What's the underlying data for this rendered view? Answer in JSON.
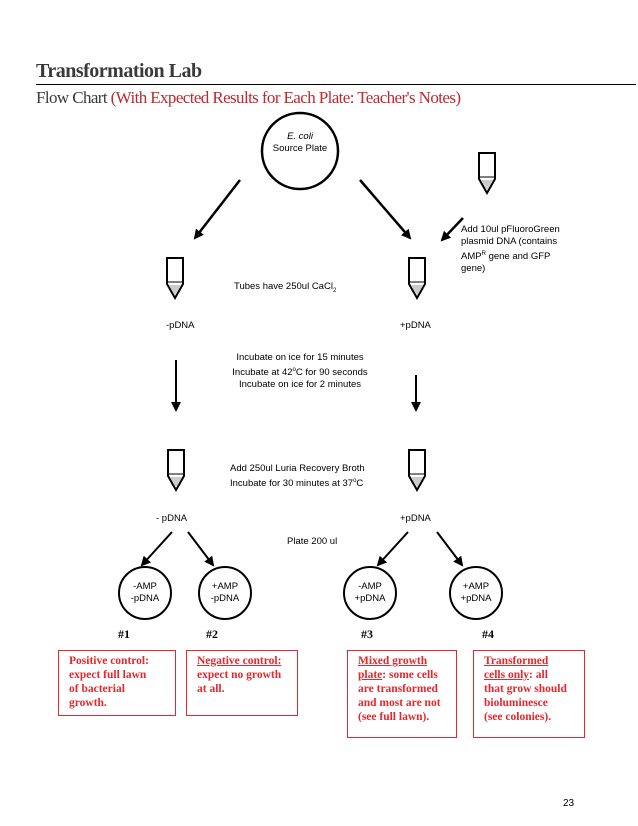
{
  "page": {
    "title": "Transformation Lab",
    "subtitle_plain": "Flow Chart ",
    "subtitle_red": "(With Expected Results for Each Plate: Teacher's Notes)",
    "page_number": "23"
  },
  "source": {
    "line1": "E. coli",
    "line2": "Source Plate"
  },
  "plasmid_note": {
    "line1": "Add 10ul pFluoroGreen",
    "line2": "plasmid DNA (contains",
    "line3_a": "AMP",
    "line3_sup": "R",
    "line3_b": " gene and GFP",
    "line4": "gene)"
  },
  "tubes_note": {
    "text": "Tubes have 250ul CaCl",
    "sub": "2"
  },
  "tube_labels": {
    "left_1": "-pDNA",
    "right_1": "+pDNA",
    "left_2": "- pDNA",
    "right_2": "+pDNA"
  },
  "incubate": {
    "line1": "Incubate on ice for 15 minutes",
    "line2_a": "Incubate at 42",
    "line2_sup": "o",
    "line2_b": "C for 90 seconds",
    "line3": "Incubate on ice for 2 minutes"
  },
  "recovery": {
    "line1": "Add 250ul Luria Recovery Broth",
    "line2_a": "Incubate for 30 minutes at 37",
    "line2_sup": "o",
    "line2_b": "C"
  },
  "plate_note": "Plate 200 ul",
  "plates": [
    {
      "line1": "-AMP",
      "line2": "-pDNA",
      "number": "#1"
    },
    {
      "line1": "+AMP",
      "line2": "-pDNA",
      "number": "#2"
    },
    {
      "line1": "-AMP",
      "line2": "+pDNA",
      "number": "#3"
    },
    {
      "line1": "+AMP",
      "line2": "+pDNA",
      "number": "#4"
    }
  ],
  "results": [
    {
      "head": "Positive control:",
      "body": [
        "expect full lawn",
        "of bacterial",
        "growth."
      ]
    },
    {
      "head": "Negative control:",
      "body": [
        "expect no growth",
        "at all."
      ]
    },
    {
      "head_u1": "Mixed growth",
      "head_u2": "plate",
      "head_rest": ": some cells",
      "body": [
        "are transformed",
        "and most are not",
        "(see full lawn)."
      ]
    },
    {
      "head_u1": "Transformed",
      "head_u2": "cells only",
      "head_rest": ": all",
      "body": [
        "that grow should",
        "bioluminesce",
        "(see colonies)."
      ]
    }
  ],
  "colors": {
    "accent_red": "#e4282d",
    "subtitle_red": "#c0282d"
  }
}
